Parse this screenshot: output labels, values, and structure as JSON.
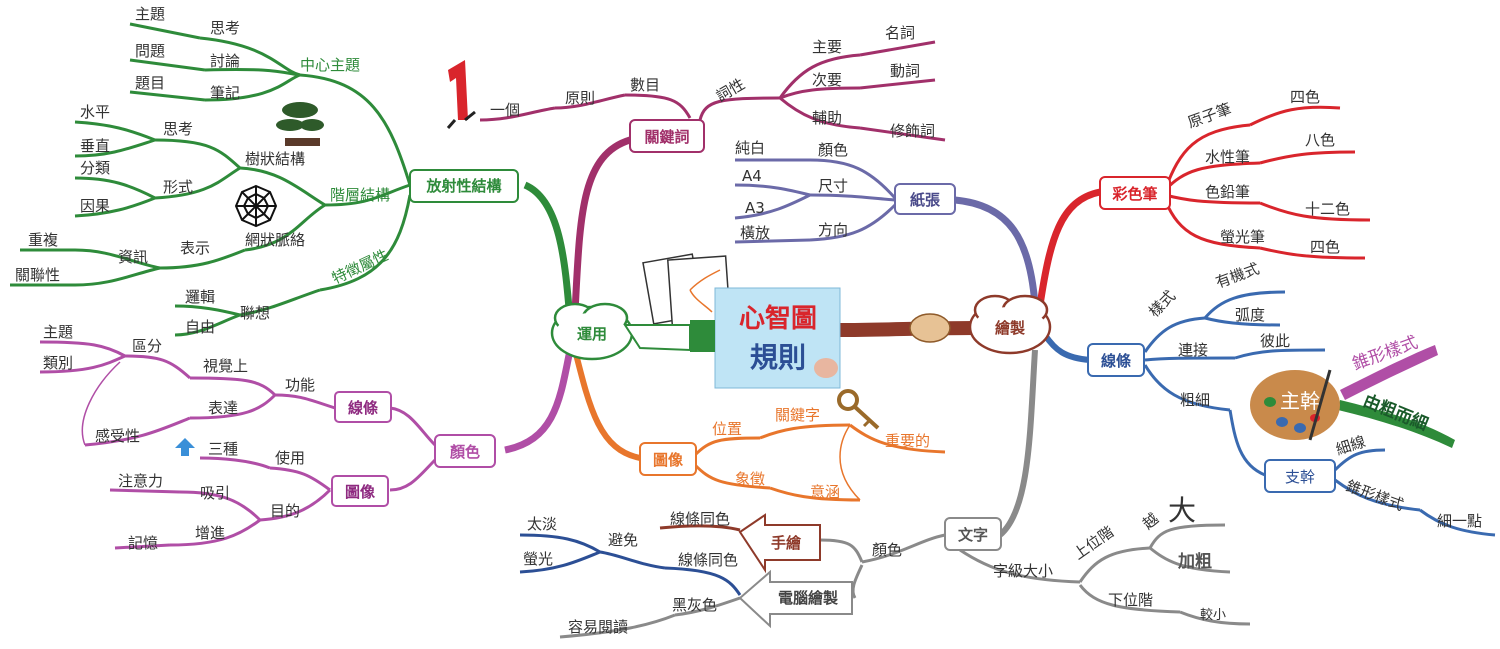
{
  "center": {
    "line1": "心智圖",
    "line2": "規則"
  },
  "apply": {
    "label": "運用",
    "radial": {
      "label": "放射性結構",
      "center_topic": {
        "label": "中心主題",
        "items": [
          {
            "label": "思考",
            "sub": "主題"
          },
          {
            "label": "討論",
            "sub": "問題"
          },
          {
            "label": "筆記",
            "sub": "題目"
          }
        ]
      },
      "hierarchy": {
        "label": "階層結構",
        "tree": {
          "label": "樹狀結構",
          "think": {
            "label": "思考",
            "subs": [
              "水平",
              "垂直"
            ]
          },
          "form": {
            "label": "形式",
            "subs": [
              "分類",
              "因果"
            ]
          }
        },
        "network": {
          "label": "網狀脈絡",
          "express": {
            "label": "表示",
            "info": {
              "label": "資訊",
              "subs": [
                "重複",
                "關聯性"
              ]
            }
          }
        }
      },
      "feature": {
        "label": "特徵屬性",
        "assoc": {
          "label": "聯想",
          "subs": [
            "邏輯",
            "自由"
          ]
        }
      }
    },
    "keyword": {
      "label": "關鍵詞",
      "number": {
        "label": "數目",
        "principle": "原則",
        "one": "一個"
      },
      "pos": {
        "label": "詞性",
        "items": [
          {
            "label": "主要",
            "sub": "名詞"
          },
          {
            "label": "次要",
            "sub": "動詞"
          },
          {
            "label": "輔助",
            "sub": "修飾詞"
          }
        ]
      }
    },
    "color": {
      "label": "顏色",
      "line": {
        "label": "線條",
        "function": {
          "label": "功能",
          "visual": {
            "label": "視覺上",
            "distinguish": {
              "label": "區分",
              "subs": [
                "主題",
                "類別"
              ]
            }
          },
          "express": {
            "label": "表達",
            "sub": "感受性"
          }
        }
      },
      "image": {
        "label": "圖像",
        "use": {
          "label": "使用",
          "sub": "三種"
        },
        "purpose": {
          "label": "目的",
          "attract": {
            "label": "吸引",
            "sub": "注意力"
          },
          "enhance": {
            "label": "增進",
            "sub": "記憶"
          }
        }
      }
    },
    "image_branch": {
      "label": "圖像",
      "position": {
        "label": "位置",
        "sub": "關鍵字",
        "leaf": "重要的"
      },
      "symbol": {
        "label": "象徵",
        "sub": "意涵"
      }
    }
  },
  "draw": {
    "label": "繪製",
    "paper": {
      "label": "紙張",
      "color": {
        "label": "顏色",
        "sub": "純白"
      },
      "size": {
        "label": "尺寸",
        "subs": [
          "A4",
          "A3"
        ]
      },
      "direction": {
        "label": "方向",
        "sub": "橫放"
      }
    },
    "pens": {
      "label": "彩色筆",
      "items": [
        {
          "label": "原子筆",
          "sub": "四色"
        },
        {
          "label": "水性筆",
          "sub": "八色"
        },
        {
          "label": "色鉛筆",
          "sub": "十二色"
        },
        {
          "label": "螢光筆",
          "sub": "四色"
        }
      ]
    },
    "lines": {
      "label": "線條",
      "style": {
        "label": "樣式",
        "subs": [
          "有機式",
          "弧度"
        ]
      },
      "connect": {
        "label": "連接",
        "sub": "彼此"
      },
      "thickness": {
        "label": "粗細",
        "main_trunk": {
          "label": "主幹",
          "cone": "錐形樣式",
          "thick_to_thin": "由粗而細"
        },
        "branch": {
          "label": "支幹",
          "thin": "細線",
          "cone": {
            "label": "錐形樣式",
            "sub": "細一點"
          }
        }
      }
    },
    "text": {
      "label": "文字",
      "color": {
        "label": "顏色",
        "hand": {
          "label": "手繪",
          "sub": "線條同色"
        },
        "computer": {
          "label": "電腦繪製",
          "same": {
            "label": "線條同色",
            "avoid": {
              "label": "避免",
              "subs": [
                "太淡",
                "螢光"
              ]
            }
          },
          "grey": {
            "label": "黑灰色",
            "sub": "容易閱讀"
          }
        }
      },
      "font_size": {
        "label": "字級大小",
        "upper": {
          "label": "上位階",
          "subs": [
            "越",
            "大",
            "加粗"
          ]
        },
        "lower": {
          "label": "下位階",
          "sub": "較小"
        }
      }
    }
  },
  "colors": {
    "green": "#2e8b3a",
    "purple": "#a1306a",
    "orange": "#e8762c",
    "indigo": "#6b6aa8",
    "red": "#d9252c",
    "blue": "#3a6ab0",
    "grey": "#8a8a8a",
    "pink": "#b04ea6",
    "dark_red": "#8e3a2a",
    "navy": "#2c4f95"
  }
}
